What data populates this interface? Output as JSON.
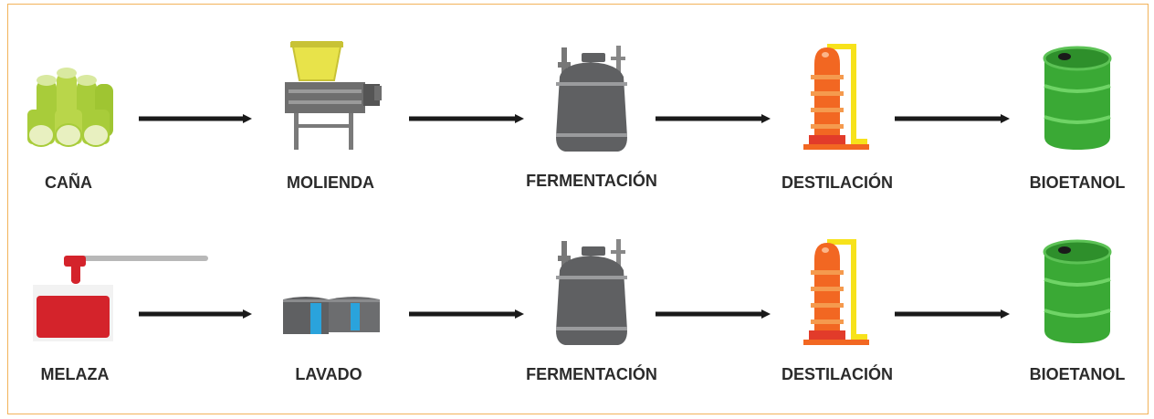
{
  "rows": [
    {
      "steps": [
        {
          "icon": "sugarcane-icon",
          "label": "CAÑA"
        },
        {
          "icon": "mill-icon",
          "label": "MOLIENDA"
        },
        {
          "icon": "fermentation-tank-icon",
          "label": "FERMENTACIÓN"
        },
        {
          "icon": "distillation-column-icon",
          "label": "DESTILACIÓN"
        },
        {
          "icon": "barrel-icon",
          "label": "BIOETANOL"
        }
      ]
    },
    {
      "steps": [
        {
          "icon": "molasses-icon",
          "label": "MELAZA"
        },
        {
          "icon": "washing-tanks-icon",
          "label": "LAVADO"
        },
        {
          "icon": "fermentation-tank-icon",
          "label": "FERMENTACIÓN"
        },
        {
          "icon": "distillation-column-icon",
          "label": "DESTILACIÓN"
        },
        {
          "icon": "barrel-icon",
          "label": "BIOETANOL"
        }
      ]
    }
  ],
  "colors": {
    "frame": "#f2b35a",
    "arrow": "#1a1a1a",
    "label": "#2b2b2b",
    "cane_green": "#a8cc3a",
    "cane_light": "#d9e9a0",
    "mill_gray": "#6e6e6e",
    "hopper_yellow": "#e8e34a",
    "tank_gray": "#5f6062",
    "column_orange": "#f26722",
    "column_red": "#e23b2a",
    "pipe_yellow": "#f7e21b",
    "barrel_green": "#3aa935",
    "molasses_red": "#d4232b",
    "wash_blue": "#2aa3dc"
  }
}
